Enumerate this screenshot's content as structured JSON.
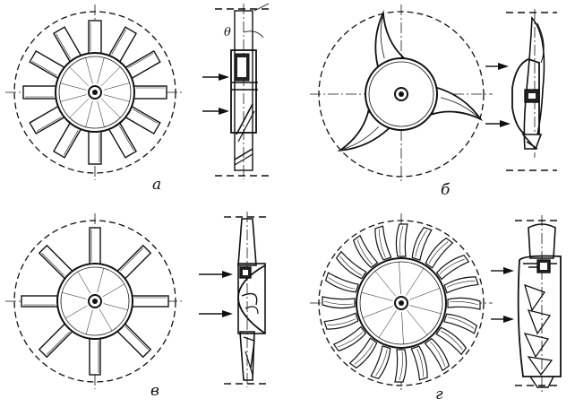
{
  "panels": [
    {
      "id": "a",
      "label": "а",
      "blades": 12,
      "style": "straight"
    },
    {
      "id": "b",
      "label": "б",
      "blades": 3,
      "style": "swept"
    },
    {
      "id": "v",
      "label": "в",
      "blades": 8,
      "style": "straight"
    },
    {
      "id": "g",
      "label": "г",
      "blades": 20,
      "style": "curved"
    }
  ],
  "angle_symbol": "θ",
  "colors": {
    "ink": "#111111",
    "paper": "#ffffff"
  }
}
